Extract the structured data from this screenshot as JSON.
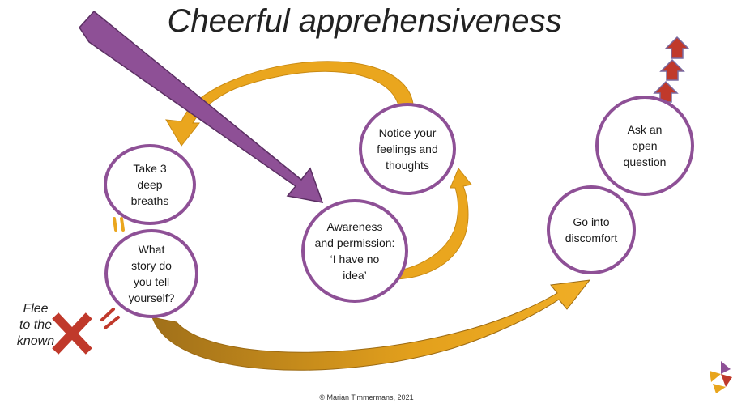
{
  "title": "Cheerful apprehensiveness",
  "nodes": {
    "breaths": "Take 3\ndeep\nbreaths",
    "story": "What\nstory do\nyou tell\nyourself?",
    "awareness": "Awareness\nand permission:\n‘I have no\nidea’",
    "notice": "Notice your\nfeelings and\nthoughts",
    "discomfort": "Go into\ndiscomfort",
    "question": "Ask an\nopen\nquestion"
  },
  "flee_label": "Flee\nto the\nknown",
  "copyright": "© Marian Timmermans, 2021",
  "colors": {
    "circle_border": "#8e5096",
    "main_arrow": "#8e5096",
    "cycle_arrow": "#e8a51c",
    "flee_mark": "#c0392b",
    "up_arrows": "#c0392b"
  },
  "icons": [
    "x-mark-icon",
    "up-arrow-icon",
    "logo-icon"
  ]
}
